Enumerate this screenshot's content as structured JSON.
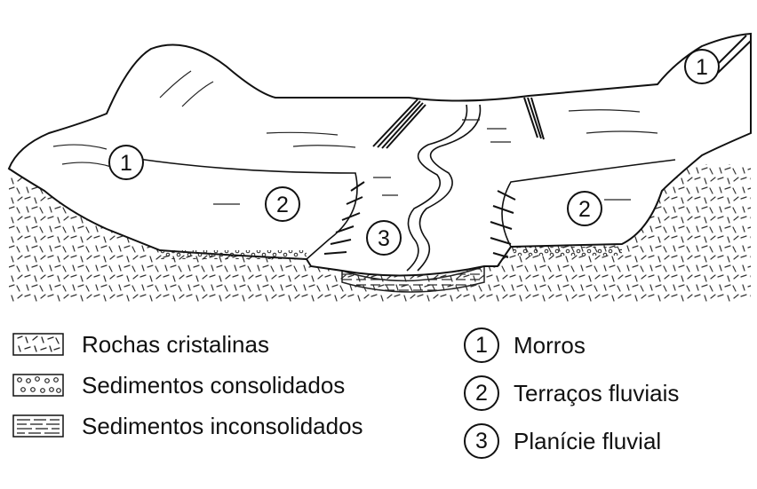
{
  "legend": {
    "materials": [
      {
        "name": "rochas-cristalinas",
        "label": "Rochas cristalinas"
      },
      {
        "name": "sedimentos-consolidados",
        "label": "Sedimentos consolidados"
      },
      {
        "name": "sedimentos-inconsolidados",
        "label": "Sedimentos inconsolidados"
      }
    ],
    "landforms": [
      {
        "number": "1",
        "label": "Morros"
      },
      {
        "number": "2",
        "label": "Terraços fluviais"
      },
      {
        "number": "3",
        "label": "Planície fluvial"
      }
    ]
  },
  "diagram_markers": [
    "1",
    "1",
    "2",
    "2",
    "3"
  ]
}
